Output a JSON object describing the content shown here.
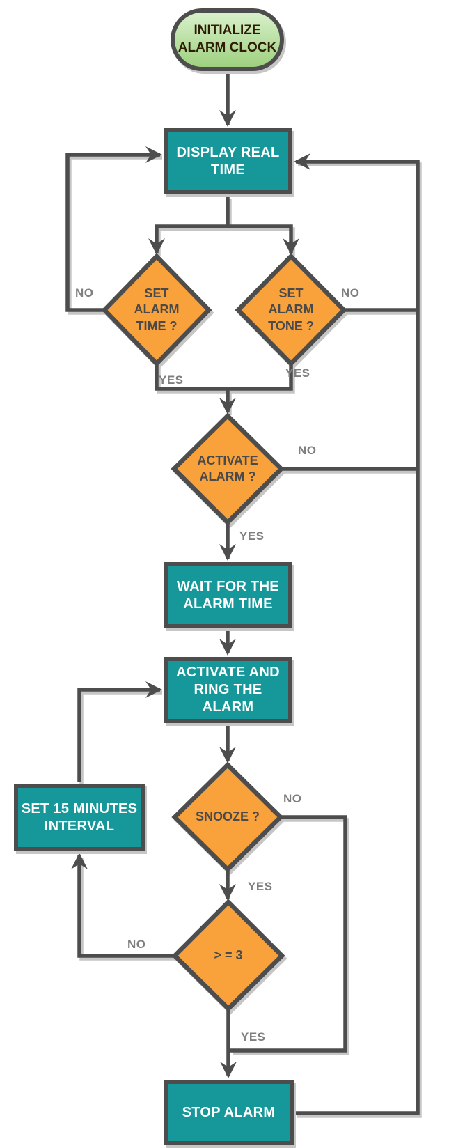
{
  "nodes": {
    "start": {
      "type": "terminator",
      "label": "INITIALIZE\nALARM CLOCK"
    },
    "display_real_time": {
      "type": "process",
      "label": "DISPLAY REAL\nTIME"
    },
    "set_alarm_time": {
      "type": "decision",
      "label": "SET\nALARM\nTIME ?"
    },
    "set_alarm_tone": {
      "type": "decision",
      "label": "SET\nALARM\nTONE ?"
    },
    "activate_alarm": {
      "type": "decision",
      "label": "ACTIVATE\nALARM ?"
    },
    "wait_for_alarm_time": {
      "type": "process",
      "label": "WAIT FOR THE\nALARM TIME"
    },
    "activate_and_ring": {
      "type": "process",
      "label": "ACTIVATE AND\nRING THE ALARM"
    },
    "snooze": {
      "type": "decision",
      "label": "SNOOZE ?"
    },
    "snooze_count": {
      "type": "decision",
      "label": "> = 3"
    },
    "set_interval": {
      "type": "process",
      "label": "SET 15 MINUTES\nINTERVAL"
    },
    "stop_alarm": {
      "type": "process",
      "label": "STOP ALARM"
    }
  },
  "edge_labels": {
    "set_time_no": "NO",
    "set_time_yes": "YES",
    "set_tone_no": "NO",
    "set_tone_yes": "YES",
    "activate_no": "NO",
    "activate_yes": "YES",
    "snooze_no": "NO",
    "snooze_yes": "YES",
    "count_no": "NO",
    "count_yes": "YES"
  },
  "colors": {
    "process_fill": "#16989a",
    "decision_fill": "#f9a13b",
    "start_fill_top": "#d8f0ca",
    "start_fill_bottom": "#9ed17f",
    "border": "#4d4d4d",
    "process_text": "#ffffff",
    "decision_text": "#4a4a4a",
    "start_text": "#2f1c05",
    "edge_label_text": "#7f7f7f",
    "line": "#4d4d4d",
    "shadow": "#c6c6c6",
    "background": "#ffffff"
  }
}
